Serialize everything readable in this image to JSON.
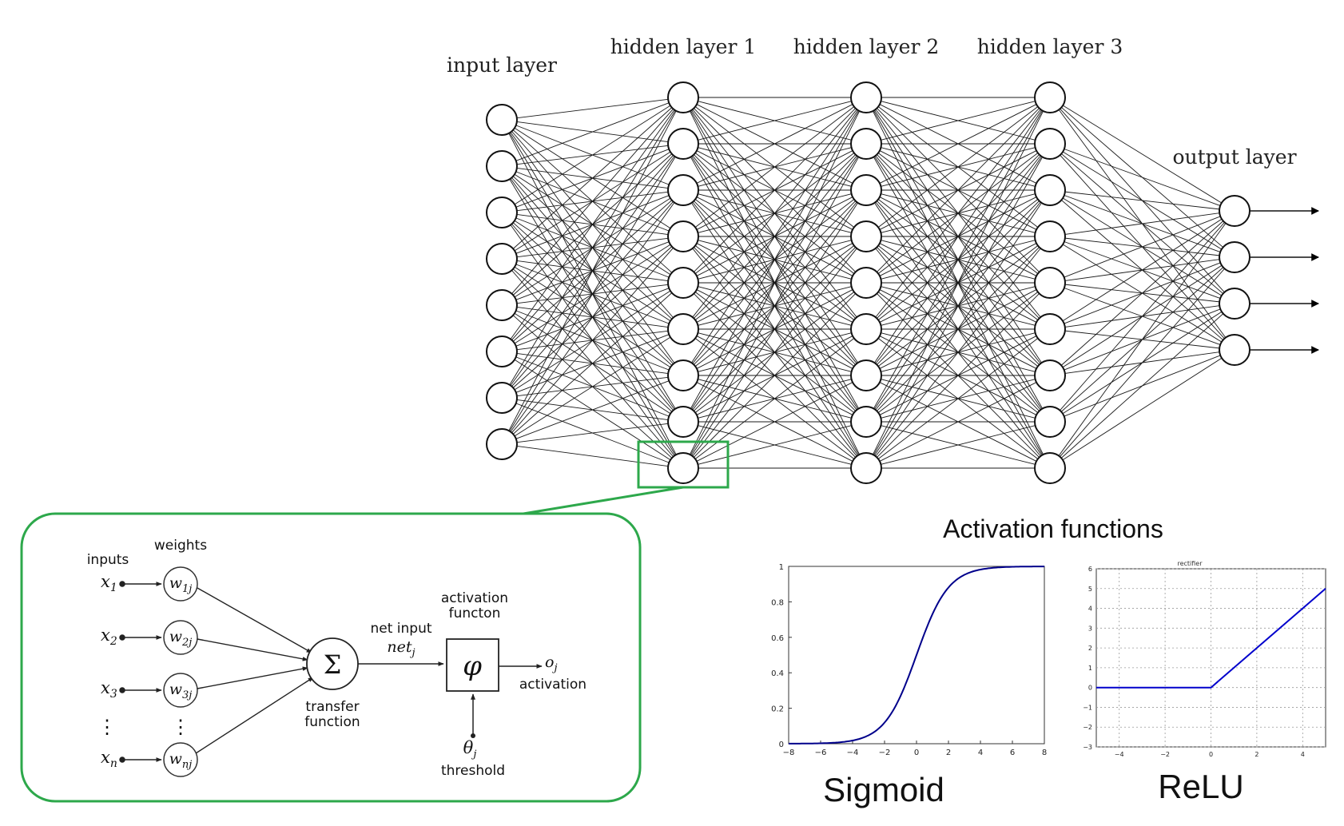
{
  "network": {
    "labels": {
      "input": "input layer",
      "hidden1": "hidden layer 1",
      "hidden2": "hidden layer 2",
      "hidden3": "hidden layer 3",
      "output": "output layer"
    },
    "node_counts": [
      8,
      9,
      9,
      9,
      4
    ],
    "highlight_color": "#2da84b"
  },
  "neuron": {
    "inputs_label": "inputs",
    "weights_label": "weights",
    "inputs": [
      {
        "base": "x",
        "sub": "1"
      },
      {
        "base": "x",
        "sub": "2"
      },
      {
        "base": "x",
        "sub": "3"
      },
      {
        "base": "x",
        "sub": "n"
      }
    ],
    "weights": [
      {
        "base": "w",
        "sub": "1j"
      },
      {
        "base": "w",
        "sub": "2j"
      },
      {
        "base": "w",
        "sub": "3j"
      },
      {
        "base": "w",
        "sub": "nj"
      }
    ],
    "ellipsis": "⋮",
    "sum_symbol": "Σ",
    "transfer_line1": "transfer",
    "transfer_line2": "function",
    "net_input_label": "net input",
    "net_base": "net",
    "net_sub": "j",
    "activation_line1": "activation",
    "activation_line2": "functon",
    "phi_symbol": "φ",
    "output_base": "o",
    "output_sub": "j",
    "output_label": "activation",
    "theta_base": "θ",
    "theta_sub": "j",
    "threshold_label": "threshold"
  },
  "activation": {
    "heading": "Activation functions",
    "sigmoid_caption": "Sigmoid",
    "relu_caption": "ReLU"
  },
  "chart_data": [
    {
      "type": "line",
      "title": "",
      "series": [
        {
          "function": "sigmoid",
          "color": "#00008b"
        }
      ],
      "xlim": [
        -8,
        8
      ],
      "ylim": [
        0,
        1
      ],
      "xticks": [
        "−8",
        "−6",
        "−4",
        "−2",
        "0",
        "2",
        "4",
        "6",
        "8"
      ],
      "yticks": [
        "0",
        "0.2",
        "0.4",
        "0.6",
        "0.8",
        "1"
      ],
      "grid": false
    },
    {
      "type": "line",
      "title": "rectifier",
      "series": [
        {
          "function": "relu",
          "color": "#0000cc"
        }
      ],
      "xlim": [
        -5,
        5
      ],
      "ylim": [
        -3,
        6
      ],
      "xticks": [
        "−4",
        "−2",
        "0",
        "2",
        "4"
      ],
      "yticks": [
        "6",
        "5",
        "4",
        "3",
        "2",
        "1",
        "0",
        "−1",
        "−2",
        "−3"
      ],
      "grid": true
    }
  ]
}
